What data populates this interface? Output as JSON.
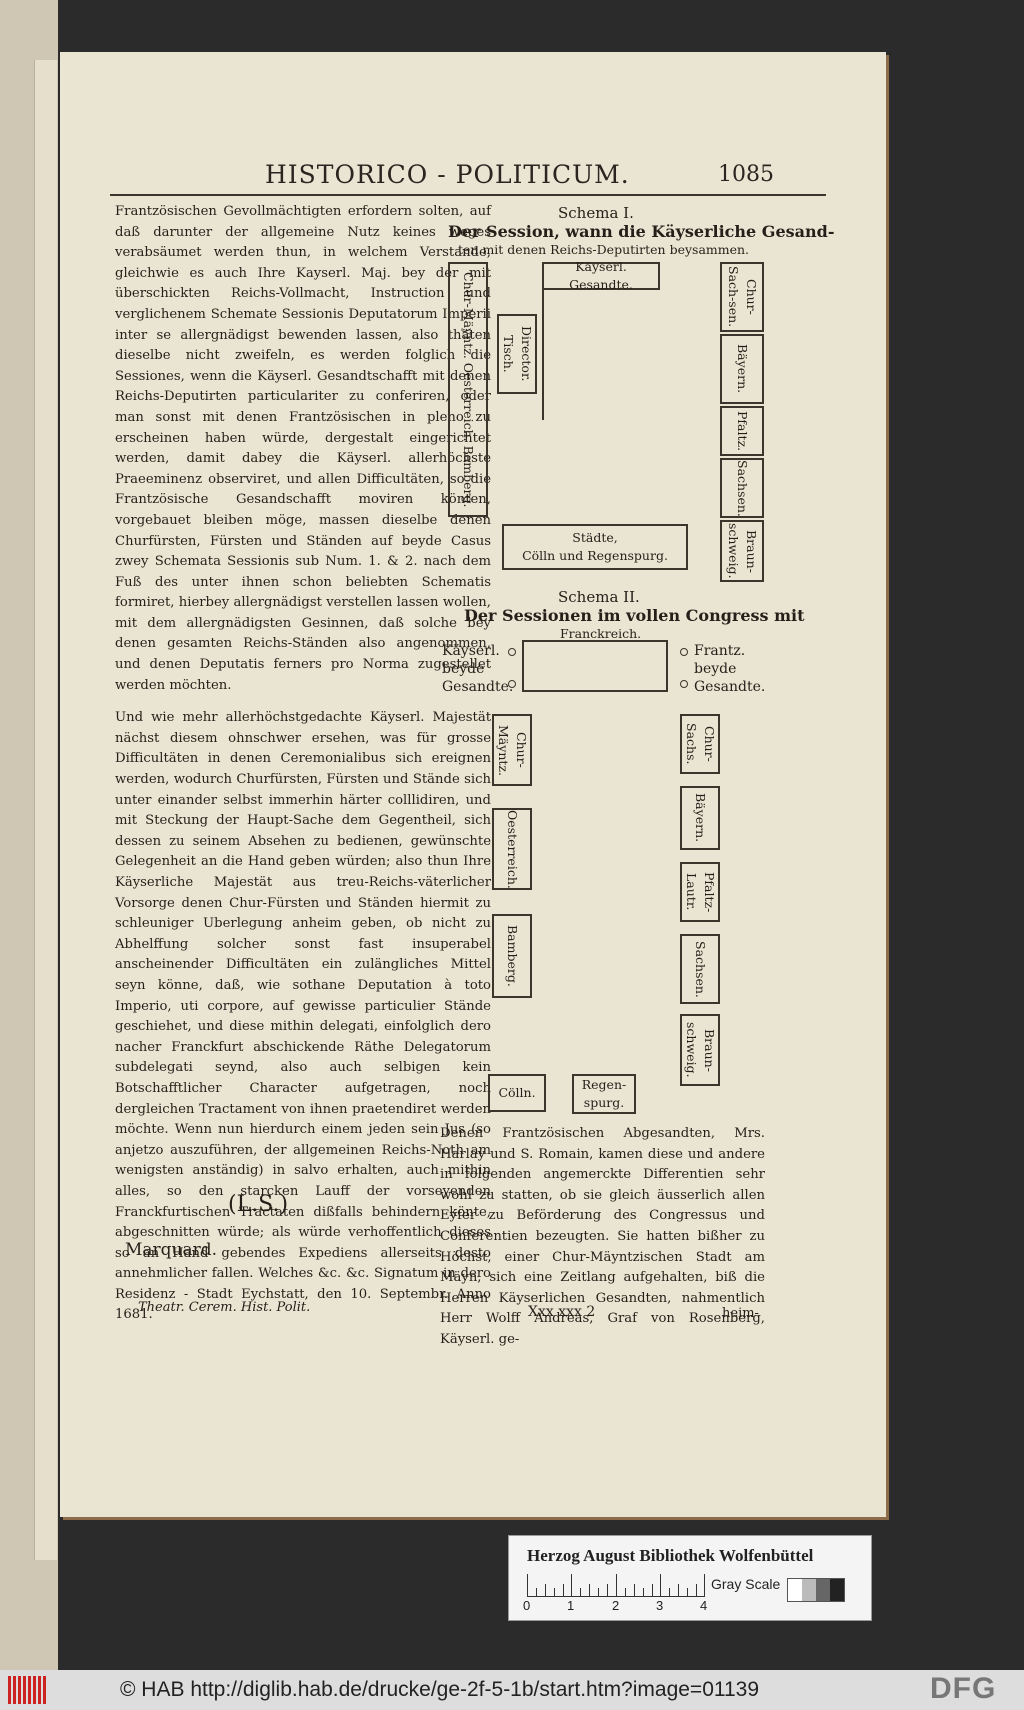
{
  "header": {
    "running_head": "HISTORICO - POLITICUM.",
    "page_number": "1085"
  },
  "left_column": {
    "paragraph1": "Frantzösischen Gevollmächtigten erfordern solten, auf daß darunter der allgemeine Nutz keines weges verabsäumet werden thun, in welchem Verstande, gleichwie es auch Ihre Kayserl. Maj. bey der mit überschickten Reichs-Vollmacht, Instruction und verglichenem Schemate Sessionis Deputatorum Imperii inter se allergnädigst bewenden lassen, also thäten dieselbe nicht zweifeln, es werden folglich die Sessiones, wenn die Käyserl. Gesandtschafft mit denen Reichs-Deputirten particulariter zu conferiren, oder man sonst mit denen Frantzösischen in pleno zu erscheinen haben würde, dergestalt eingerichtet werden, damit dabey die Käyserl. allerhöchste Praeeminenz observiret, und allen Difficultäten, so die Frantzösische Gesandschafft moviren könten, vorgebauet bleiben möge, massen dieselbe denen Churfürsten, Fürsten und Ständen auf beyde Casus zwey Schemata Sessionis sub Num. 1. & 2. nach dem Fuß des unter ihnen schon beliebten Schematis formiret, hierbey allergnädigst verstellen lassen wollen, mit dem allergnädigsten Gesinnen, daß solche bey denen gesamten Reichs-Ständen also angenommen, und denen Deputatis ferners pro Norma zugestellet werden möchten.",
    "paragraph2": "Und wie mehr allerhöchstgedachte Käyserl. Majestät nächst diesem ohnschwer ersehen, was für grosse Difficultäten in denen Ceremonialibus sich ereignen werden, wodurch Churfürsten, Fürsten und Stände sich unter einander selbst immerhin härter colllidiren, und mit Steckung der Haupt-Sache dem Gegentheil, sich dessen zu seinem Absehen zu bedienen, gewünschte Gelegenheit an die Hand geben würden; also thun Ihre Käyserliche Majestät aus treu-Reichs-väterlicher Vorsorge denen Chur-Fürsten und Ständen hiermit zu schleuniger Uberlegung anheim geben, ob nicht zu Abhelffung solcher sonst fast insuperabel anscheinender Difficultäten ein zulängliches Mittel seyn könne, daß, wie sothane Deputation à toto Imperio, uti corpore, auf gewisse particulier Stände geschiehet, und diese mithin delegati, einfolglich dero nacher Franckfurt abschickende Räthe Delegatorum subdelegati seynd, also auch selbigen kein Botschafftlicher Character aufgetragen, noch dergleichen Tractament von ihnen praetendiret werden möchte. Wenn nun hierdurch einem jeden sein Jus (so anjetzo auszuführen, der allgemeinen Reichs-Noth am wenigsten anständig) in salvo erhalten, auch mithin alles, so den starcken Lauff der vorseyenden Franckfurtischen Tractaten dißfalls behindern könte, abgeschnitten würde; als würde verhoffentlich dieses so an Hand gebendes Expediens allerseits desto annehmlicher fallen. Welches &c. &c. Signatum in dero Residenz - Stadt Eychstatt, den 10. Septembr. Anno 1681.",
    "seal": "(L.S.)",
    "signer": "Marquard.",
    "source": "Theatr. Cerem. Hist. Polit."
  },
  "schema1": {
    "title": "Schema I.",
    "heading": "Der Session, wann die Käyserliche Gesand-",
    "heading2": "ten mit denen Reichs-Deputirten beysammen.",
    "top_box": "Käyserl. Gesandte.",
    "director": "Director. Tisch.",
    "left_column_box": "Chur-Mäyntz. Oesterreich. Bamberg.",
    "right_1": "Chur-Sach-sen.",
    "right_2": "Bäyern.",
    "right_3": "Pfaltz.",
    "right_4": "Sachsen.",
    "right_5": "Braun-schweig.",
    "bottom_box_line1": "Städte,",
    "bottom_box_line2": "Cölln und Regenspurg."
  },
  "schema2": {
    "title": "Schema II.",
    "heading": "Der Sessionen im vollen Congress mit",
    "heading2": "Franckreich.",
    "left_label": "Käyserl. beyde Gesandte.",
    "right_label": "Frantz. beyde Gesandte.",
    "left_boxes": [
      "Chur-Mäyntz.",
      "Oesterreich.",
      "Bamberg."
    ],
    "right_boxes": [
      "Chur-Sachs.",
      "Bäyern.",
      "Pfaltz-Lautr.",
      "Sachsen.",
      "Braun-schweig."
    ],
    "bottom_left": "Cölln.",
    "bottom_right": "Regen-spurg."
  },
  "right_column_text": "Denen Frantzösischen Abgesandten, Mrs. Harlay und S. Romain, kamen diese und andere in folgenden angemerckte Differentien sehr wohl zu statten, ob sie gleich äusserlich allen Eyfer zu Beförderung des Congressus und Conferentien bezeugten. Sie hatten bißher zu Höchst, einer Chur-Mäyntzischen Stadt am Mäyn, sich eine Zeitlang aufgehalten, biß die Herren Käyserlichen Gesandten, nahmentlich Herr Wolff Andreas, Graf von Rosenberg, Käyserl. ge-",
  "signature_mark": "Xxx xxx 2",
  "catchword": "heim-",
  "card": {
    "title": "Herzog August Bibliothek Wolfenbüttel",
    "scale_numbers": [
      "0",
      "1",
      "2",
      "3",
      "4"
    ],
    "gray_label": "Gray Scale"
  },
  "footer": {
    "text": "© HAB http://diglib.hab.de/drucke/ge-2f-5-1b/start.htm?image=01139",
    "logo": "DFG"
  }
}
